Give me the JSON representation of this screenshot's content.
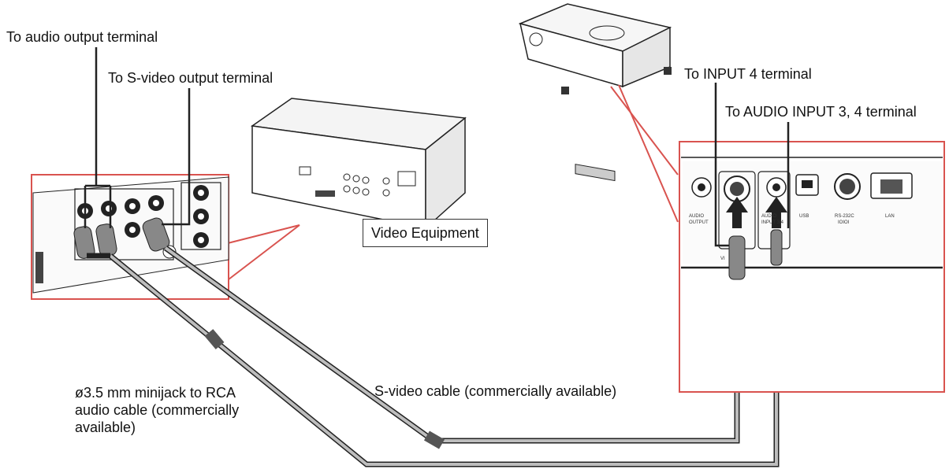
{
  "labels": {
    "audio_output": "To audio output terminal",
    "svideo_output": "To S-video output terminal",
    "input4": "To INPUT 4 terminal",
    "audio_input": "To AUDIO INPUT 3, 4 terminal",
    "video_equipment": "Video Equipment",
    "minijack_line1": "ø3.5 mm minijack to RCA",
    "minijack_line2": "audio cable (commercially",
    "minijack_line3": "available)",
    "svideo_cable": "S-video cable (commercially available)"
  },
  "projector_panel": {
    "audio_output_line1": "AUDIO",
    "audio_output_line2": "OUTPUT",
    "input4_short": "VI",
    "audio_input_short": "AUDIO",
    "audio_input_line2": "INPUT 3/4",
    "usb": "USB",
    "rs232c_line1": "RS-232C",
    "rs232c_line2": "IOIOI",
    "lan": "LAN"
  },
  "colors": {
    "callout_red": "#d9534f",
    "cable_gray": "#9a9a9a",
    "outline": "#222222"
  }
}
